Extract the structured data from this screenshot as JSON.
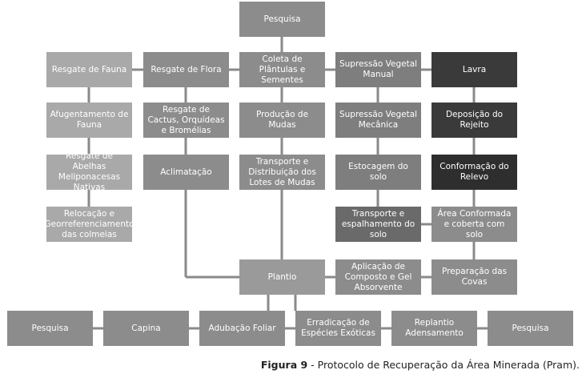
{
  "colors": {
    "lightest": "#a9a9a9",
    "light": "#9a9a9a",
    "medium": "#8c8c8c",
    "mid_dark": "#7e7e7e",
    "dark": "#6a6a6a",
    "darkest": "#3a3a3a",
    "connector": "#8a8a8a",
    "text": "#ffffff"
  },
  "nodes": {
    "pesquisa_top": "Pesquisa",
    "resgate_fauna": "Resgate de Fauna",
    "resgate_flora": "Resgate de Flora",
    "coleta_plantulas": "Coleta de Plântulas e Sementes",
    "supressao_manual": "Supressão Vegetal Manual",
    "lavra": "Lavra",
    "afugentamento": "Afugentamento de Fauna",
    "resgate_cactus": "Resgate de Cactus, Orquídeas e Bromélias",
    "producao_mudas": "Produção de Mudas",
    "supressao_mecanica": "Supressão Vegetal Mecânica",
    "deposicao_rejeito": "Deposição do Rejeito",
    "resgate_abelhas": "Resgate de Abelhas Meliponacesas Nativas",
    "aclimatacao": "Aclimatação",
    "transporte_lotes": "Transporte e Distribuição dos Lotes de Mudas",
    "estocagem_solo": "Estocagem do solo",
    "conformacao_relevo": "Conformação do Relevo",
    "relocacao": "Relocação e Georreferenciamento das colmeias",
    "transporte_solo": "Transporte e espalhamento do solo",
    "area_conformada": "Área Conformada e coberta com solo",
    "plantio": "Plantio",
    "aplicacao_composto": "Aplicação de Composto e Gel Absorvente",
    "preparacao_covas": "Preparação das Covas",
    "pesquisa_left": "Pesquisa",
    "capina": "Capina",
    "adubacao_foliar": "Adubação Foliar",
    "erradicacao": "Erradicação de Espécies Exóticas",
    "replantio": "Replantio Adensamento",
    "pesquisa_right": "Pesquisa"
  },
  "caption": {
    "label": "Figura 9",
    "text": " - Protocolo de Recuperação da Área Minerada (Pram)."
  }
}
